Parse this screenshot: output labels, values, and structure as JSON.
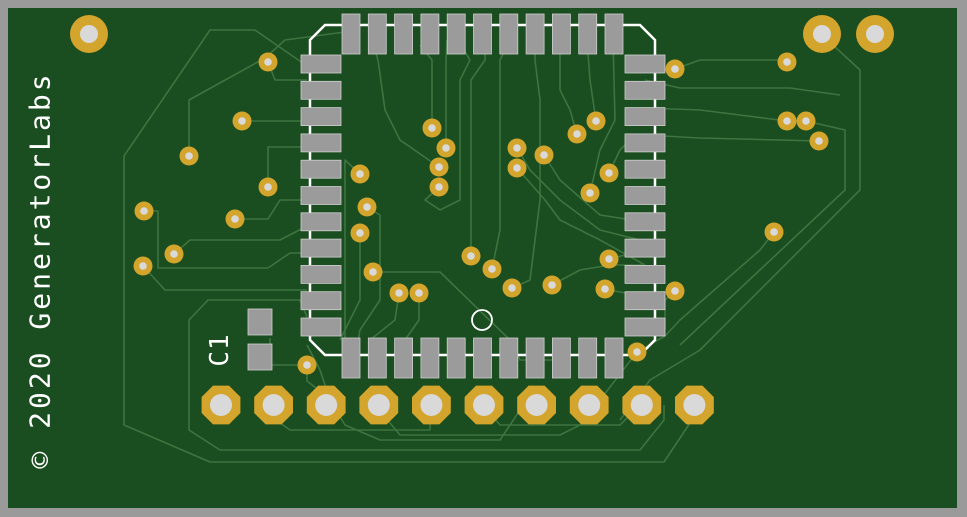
{
  "board": {
    "silkscreen_text": "© 2020 GeneratorLabs",
    "component_label": "C1",
    "colors": {
      "frame": "#9a9a9a",
      "soldermask": "#1a4d1f",
      "trace": "#3d7440",
      "smd_pad": "#9b9b9b",
      "copper": "#d4a52c",
      "drill": "#d9d9d9",
      "silkscreen": "#ffffff"
    },
    "ic_package": "QFP-44",
    "ic_pins_per_side": 11,
    "header_pin_count": 10
  }
}
